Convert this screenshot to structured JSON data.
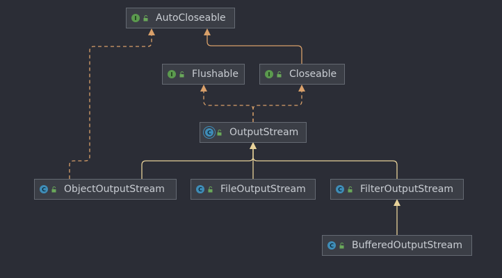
{
  "diagram": {
    "nodes": [
      {
        "id": "autocloseable",
        "label": "AutoCloseable",
        "kind": "interface",
        "badge": "I"
      },
      {
        "id": "flushable",
        "label": "Flushable",
        "kind": "interface",
        "badge": "I"
      },
      {
        "id": "closeable",
        "label": "Closeable",
        "kind": "interface",
        "badge": "I"
      },
      {
        "id": "outputstream",
        "label": "OutputStream",
        "kind": "abstract-class",
        "badge": "C"
      },
      {
        "id": "objectoutputstream",
        "label": "ObjectOutputStream",
        "kind": "class",
        "badge": "C"
      },
      {
        "id": "fileoutputstream",
        "label": "FileOutputStream",
        "kind": "class",
        "badge": "C"
      },
      {
        "id": "filteroutputstream",
        "label": "FilterOutputStream",
        "kind": "class",
        "badge": "C"
      },
      {
        "id": "bufferedoutputstream",
        "label": "BufferedOutputStream",
        "kind": "class",
        "badge": "C"
      }
    ],
    "edges": [
      {
        "from": "closeable",
        "to": "autocloseable",
        "relation": "extends"
      },
      {
        "from": "outputstream",
        "to": "flushable",
        "relation": "implements"
      },
      {
        "from": "outputstream",
        "to": "closeable",
        "relation": "implements"
      },
      {
        "from": "objectoutputstream",
        "to": "autocloseable",
        "relation": "implements"
      },
      {
        "from": "objectoutputstream",
        "to": "outputstream",
        "relation": "extends"
      },
      {
        "from": "fileoutputstream",
        "to": "outputstream",
        "relation": "extends"
      },
      {
        "from": "filteroutputstream",
        "to": "outputstream",
        "relation": "extends"
      },
      {
        "from": "bufferedoutputstream",
        "to": "filteroutputstream",
        "relation": "extends"
      }
    ]
  },
  "colors": {
    "background": "#2b2d36",
    "node_fill": "#3b3e46",
    "node_border": "#656a73",
    "text": "#c9cdd3",
    "interface_badge": "#5b9a4e",
    "class_badge": "#3f8db8",
    "implements_edge": "#d9a06a",
    "extends_class_edge": "#e8d29a",
    "extends_interface_edge": "#d9a06a"
  },
  "icons": {
    "visibility": "open-lock-icon"
  }
}
